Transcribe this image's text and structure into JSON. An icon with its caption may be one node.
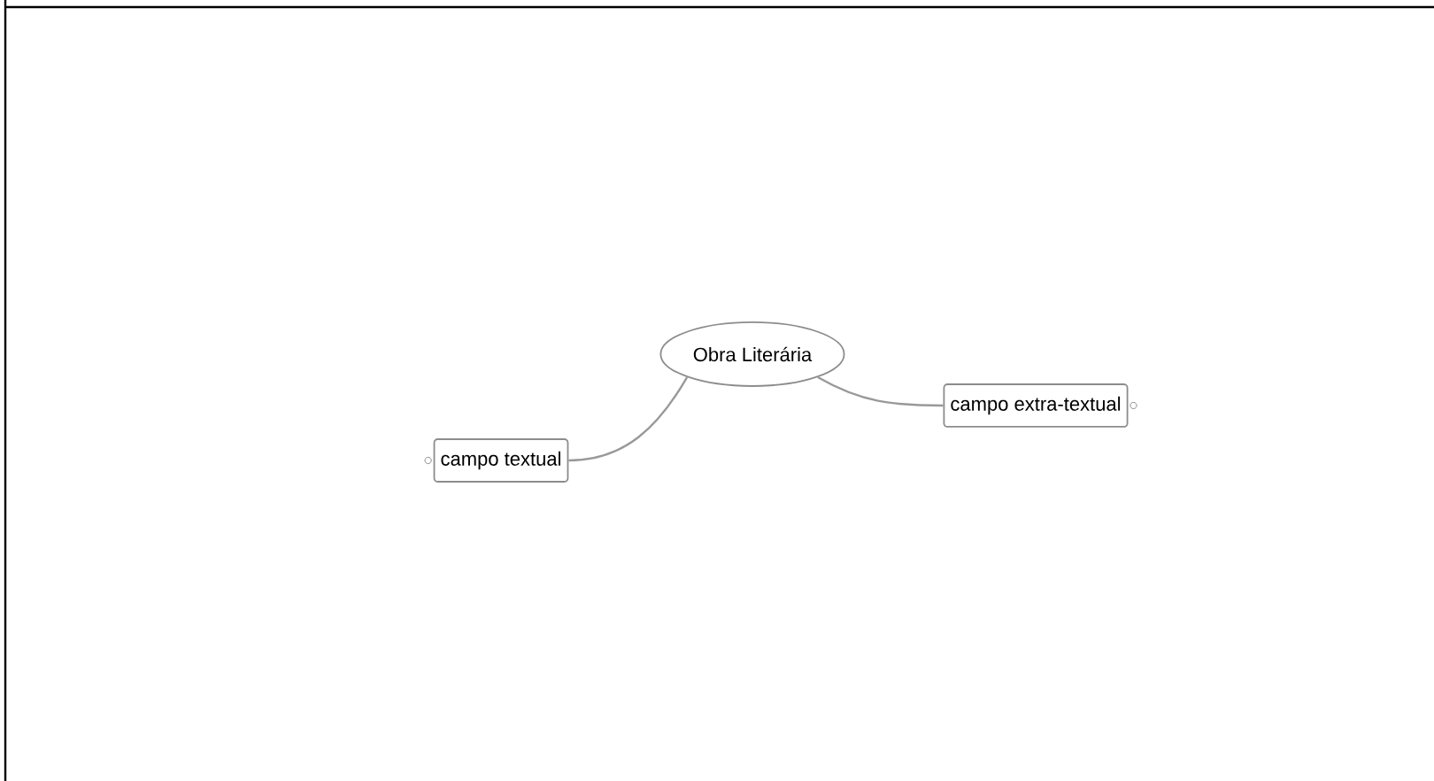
{
  "diagram": {
    "nodes": [
      {
        "text": [
          "Obra Literária"
        ]
      },
      {
        "text": [
          "campo textual"
        ]
      },
      {
        "text": [
          "campo extra-textual"
        ]
      }
    ],
    "edges": [
      {
        "from": 0,
        "to": 1,
        "arrow": "none"
      },
      {
        "from": 0,
        "to": 2,
        "arrow": "none"
      }
    ]
  }
}
